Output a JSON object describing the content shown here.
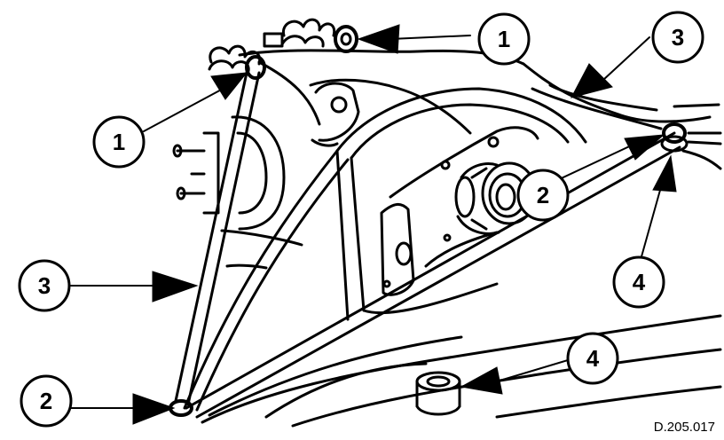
{
  "figure": {
    "reference_code": "D.205.017"
  },
  "callouts": [
    {
      "label": "1"
    },
    {
      "label": "1"
    },
    {
      "label": "2"
    },
    {
      "label": "2"
    },
    {
      "label": "3"
    },
    {
      "label": "3"
    },
    {
      "label": "4"
    },
    {
      "label": "4"
    }
  ]
}
